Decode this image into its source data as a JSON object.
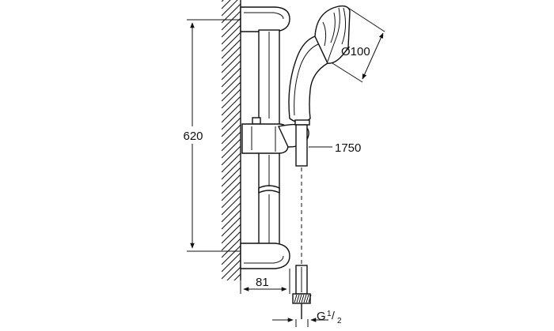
{
  "dimensions": {
    "height": "620",
    "diameter": "Ø100",
    "hose_length": "1750",
    "wall_offset": "81",
    "thread_main": "G",
    "thread_num": "1",
    "thread_den": "2"
  },
  "colors": {
    "line": "#111111",
    "background": "#ffffff"
  },
  "icons": {
    "wall": "wall-hatching",
    "shower_head": "hand-shower-head",
    "slider": "rail-slider",
    "bar": "shower-rail",
    "hose": "shower-hose"
  }
}
